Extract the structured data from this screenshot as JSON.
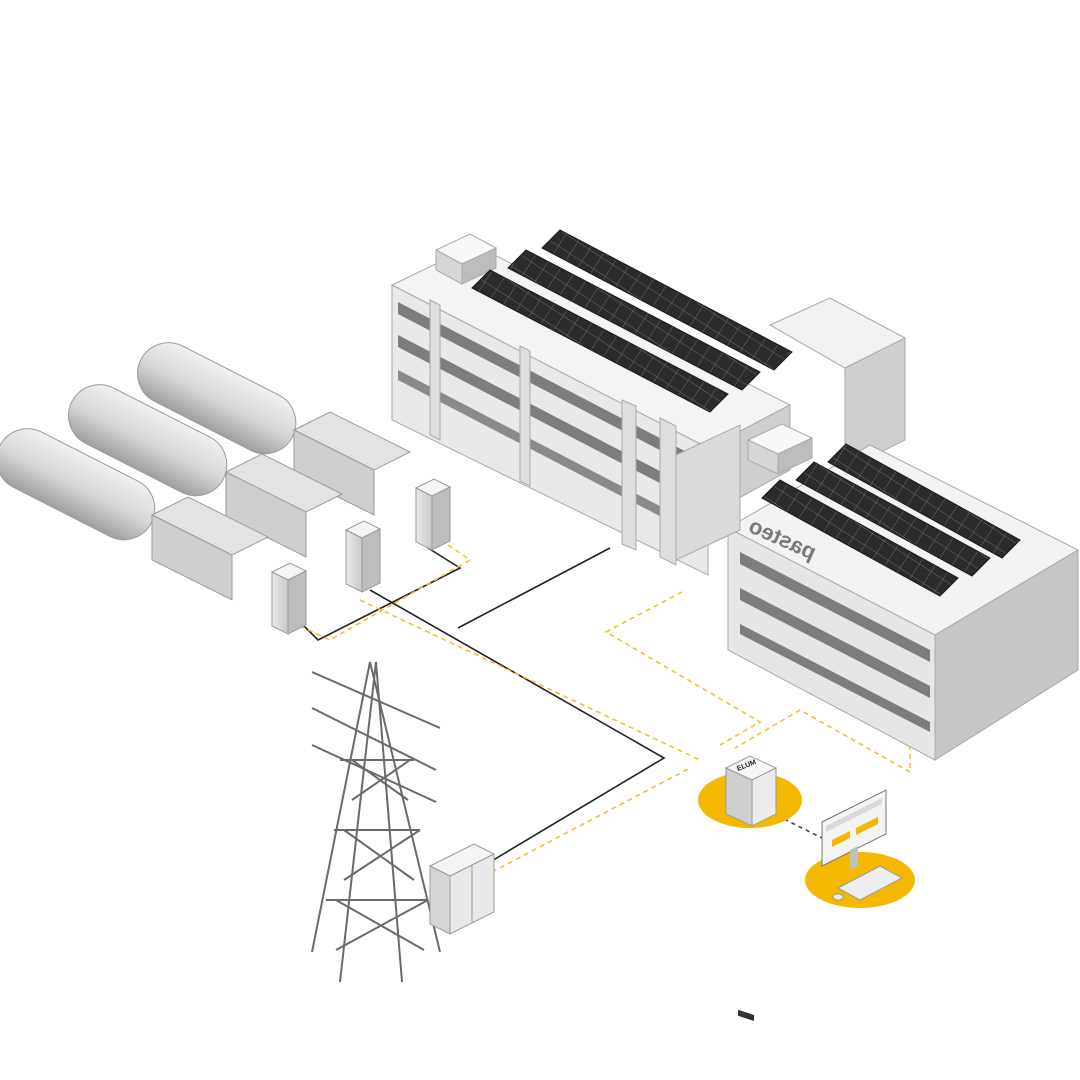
{
  "building": {
    "facade_label": "pasteo"
  },
  "controller": {
    "badge_label": "ELUM"
  },
  "colors": {
    "background": "#ffffff",
    "accent_yellow": "#f5b800",
    "power_line": "#222222",
    "data_line": "#f2c12e",
    "building_light": "#f0f0f0",
    "building_mid": "#d8d8d8",
    "building_dark": "#b8b8b8",
    "solar_panel": "#2b2b2b",
    "tank": "#d9d9d9",
    "pylon": "#6a6a6a"
  },
  "components": [
    {
      "name": "gas-tank",
      "count": 3
    },
    {
      "name": "generator-engine",
      "count": 3
    },
    {
      "name": "generator-cabinet",
      "count": 3
    },
    {
      "name": "factory-building",
      "count": 1
    },
    {
      "name": "solar-array",
      "count": 2
    },
    {
      "name": "transmission-pylon",
      "count": 1
    },
    {
      "name": "grid-cabinet",
      "count": 1
    },
    {
      "name": "energy-controller",
      "count": 1
    },
    {
      "name": "monitoring-workstation",
      "count": 1
    }
  ]
}
